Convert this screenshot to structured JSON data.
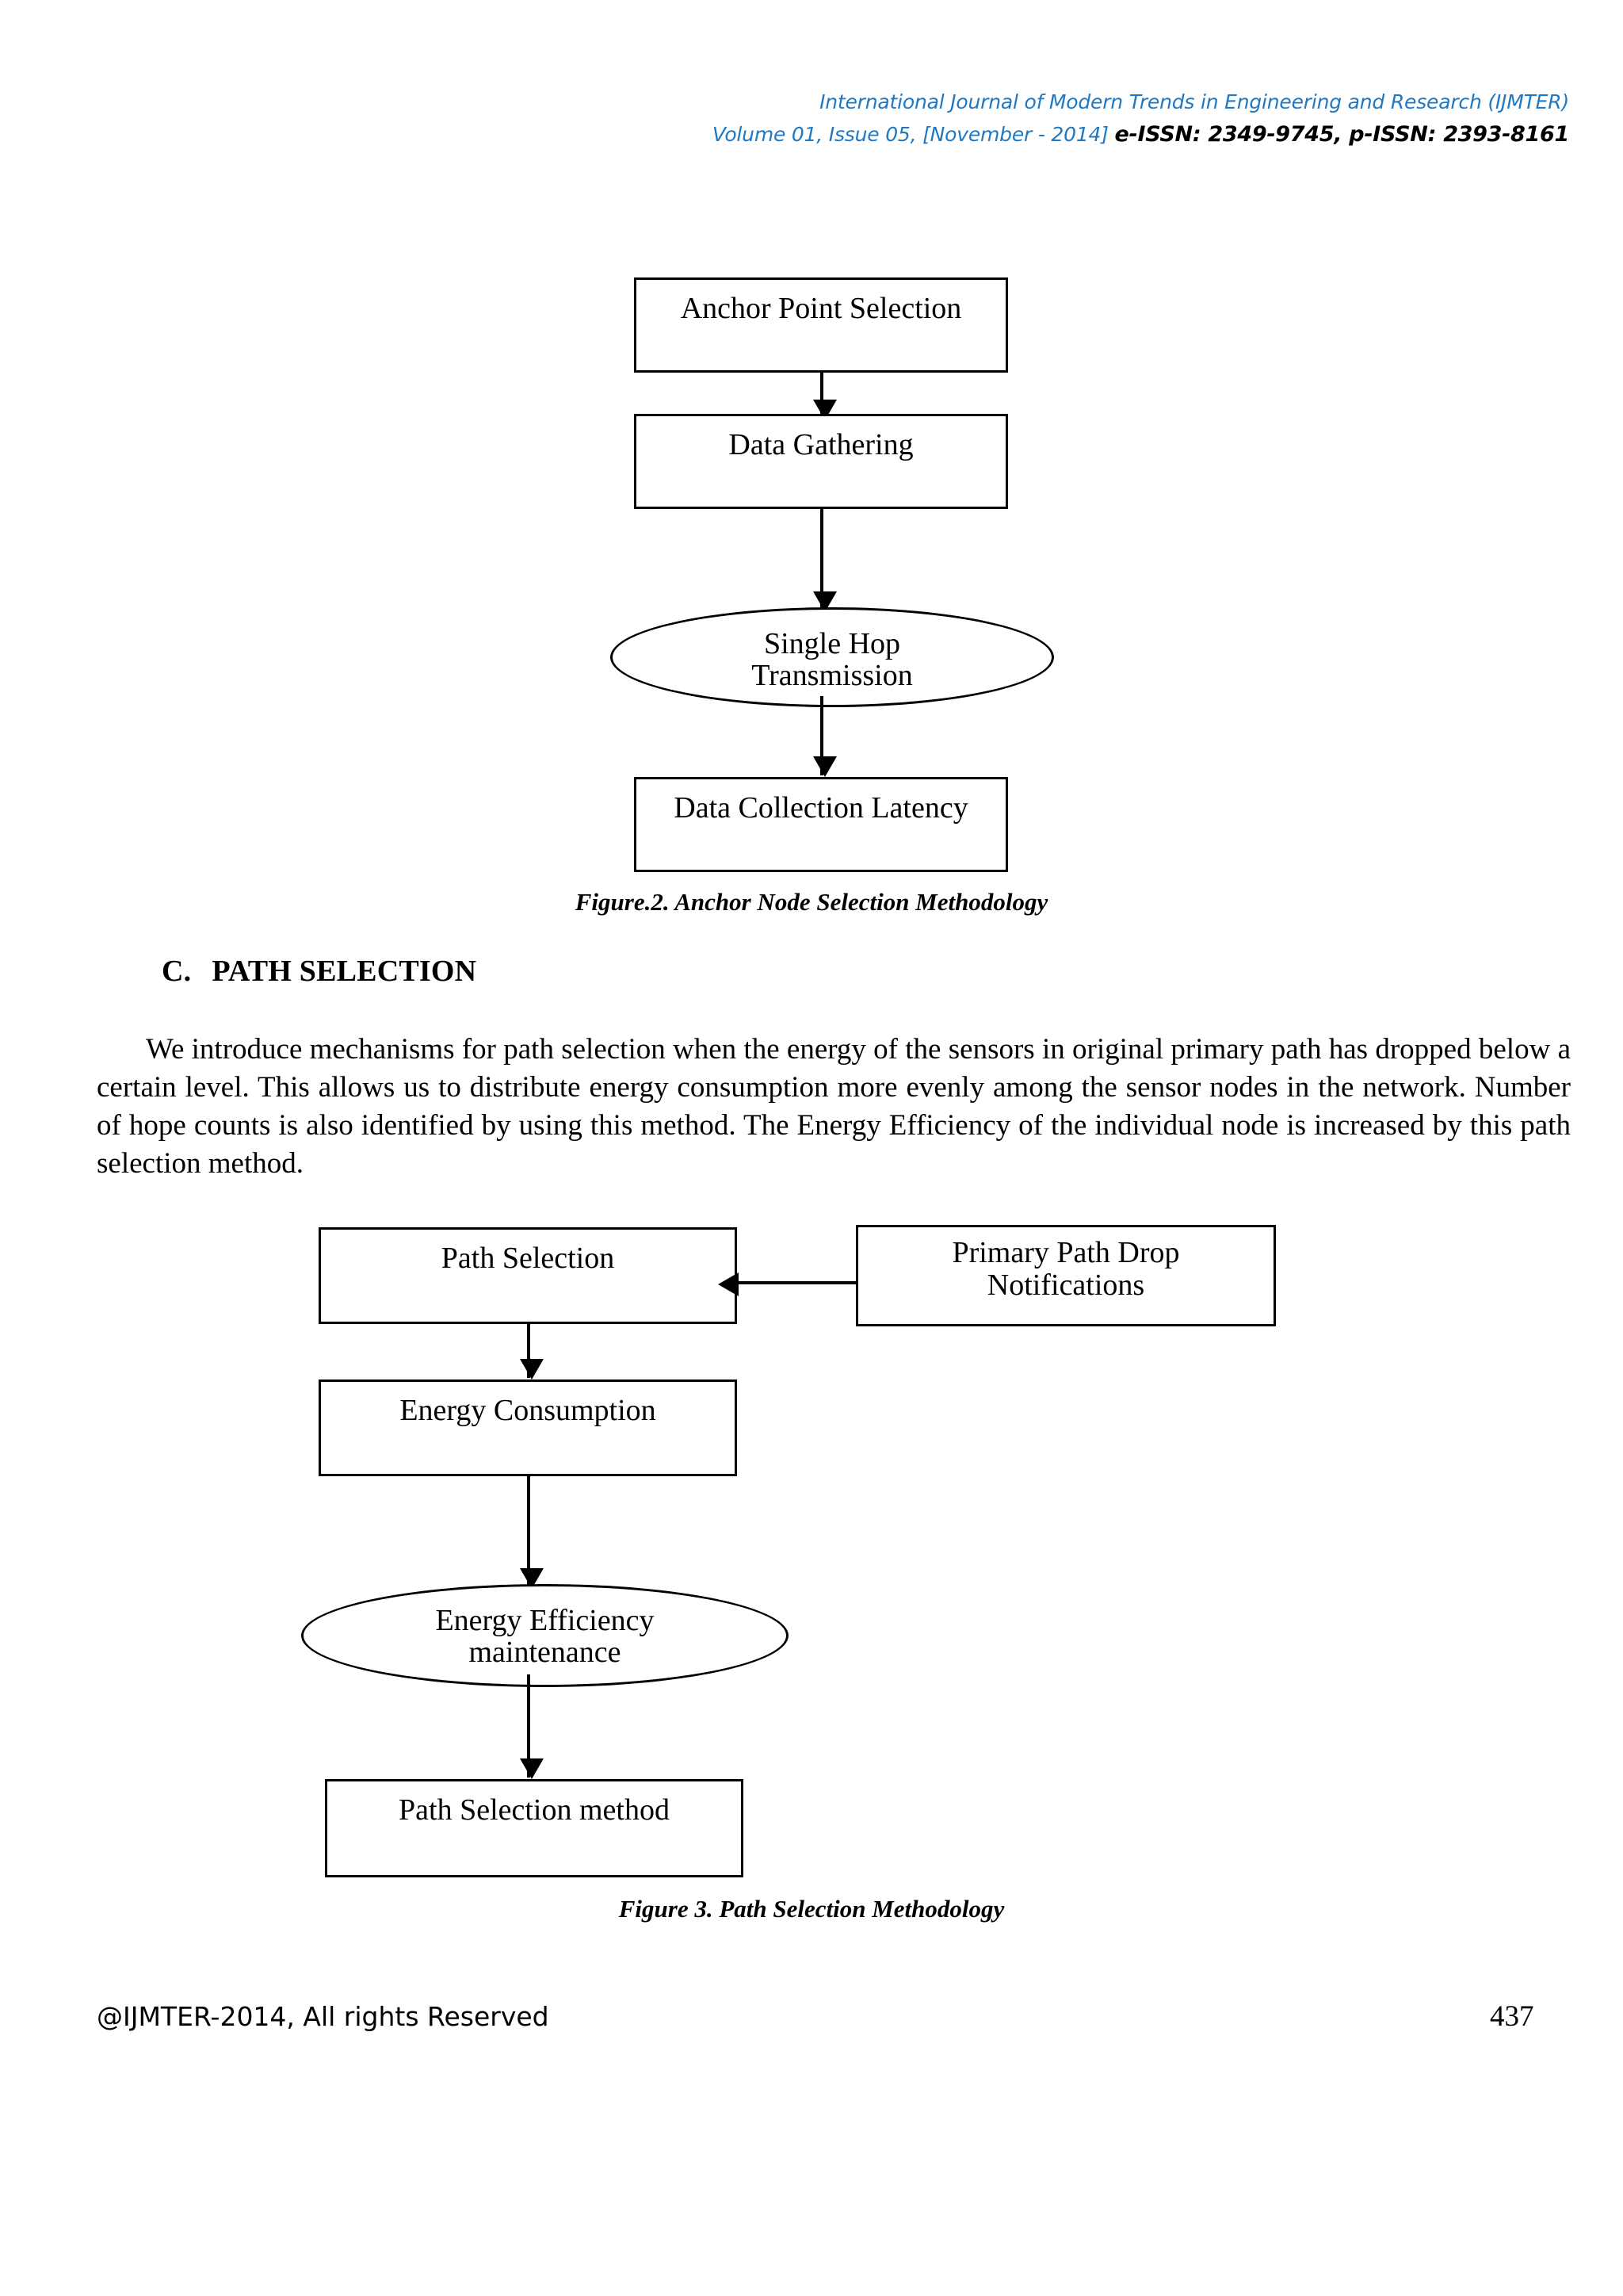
{
  "header": {
    "journal_name": "International Journal of Modern Trends in Engineering and Research (IJMTER)",
    "volume_issue": "Volume 01, Issue 05, [November - 2014] ",
    "issn": "e-ISSN: 2349-9745, p-ISSN: 2393-8161"
  },
  "figure2": {
    "caption": "Figure.2. Anchor Node Selection Methodology",
    "nodes": {
      "anchor_point_selection": "Anchor Point Selection",
      "data_gathering": "Data Gathering",
      "single_hop_line1": "Single Hop",
      "single_hop_line2": "Transmission",
      "data_collection_latency": "Data Collection Latency"
    }
  },
  "section": {
    "letter": "C.",
    "title": "PATH SELECTION",
    "paragraph": "We introduce mechanisms for path selection when the energy of the sensors in original primary path has dropped below a certain level. This allows us to distribute energy consumption more evenly among the sensor nodes in the network. Number of hope counts is also identified by using this method. The Energy Efficiency of the individual node is increased by this path selection method."
  },
  "figure3": {
    "caption": "Figure 3. Path Selection Methodology",
    "nodes": {
      "path_selection": "Path Selection",
      "primary_path_drop_line1": "Primary Path Drop",
      "primary_path_drop_line2": "Notifications",
      "energy_consumption": "Energy Consumption",
      "energy_efficiency_line1": "Energy Efficiency",
      "energy_efficiency_line2": "maintenance",
      "path_selection_method": "Path Selection method"
    }
  },
  "footer": {
    "copyright": "@IJMTER-2014, All rights Reserved",
    "page_number": "437"
  },
  "colors": {
    "header_blue": "#1f78c1",
    "ink": "#000000",
    "paper": "#ffffff"
  }
}
